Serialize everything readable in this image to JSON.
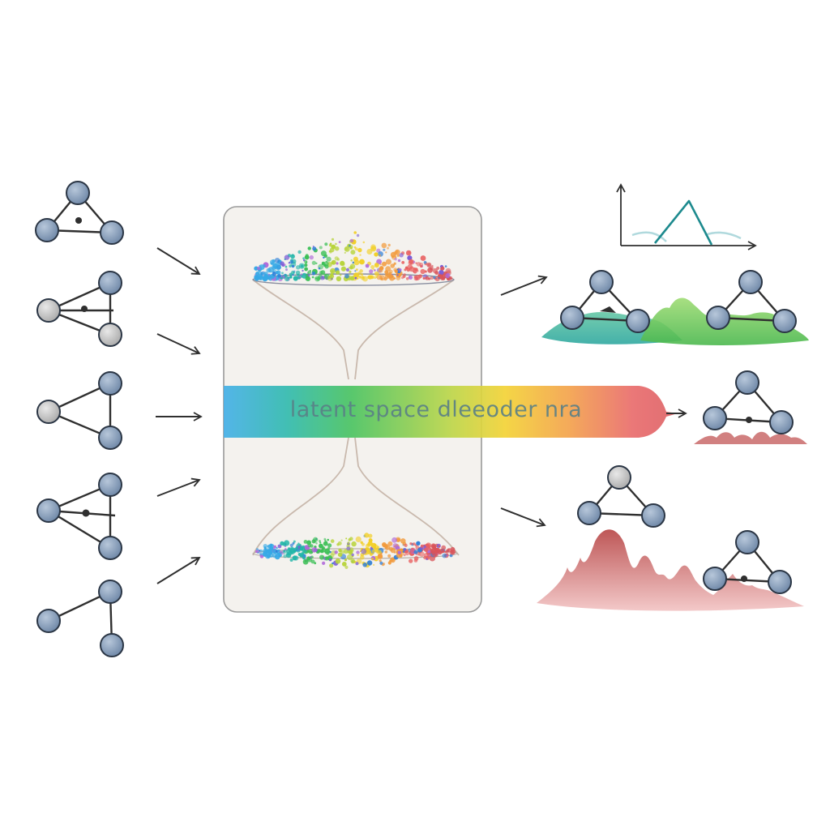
{
  "banner": {
    "text": "latent space dleeoder nra"
  },
  "colors": {
    "background": "#ffffff",
    "panel_fill": "#f4f2ee",
    "panel_stroke": "#9a9a9a",
    "node_blue": "#7d95b3",
    "node_gray": "#bdbdbd",
    "node_stroke": "#2b3645",
    "edge": "#2f2f2f",
    "arrow": "#2f2f2f",
    "gradient": [
      "#36a9e6",
      "#21b5a8",
      "#3bbf55",
      "#b7d33a",
      "#f2cf25",
      "#f29b3d",
      "#e86060",
      "#d9545a"
    ],
    "teal_terrain": [
      "#2fa8a0",
      "#65c7a5"
    ],
    "green_terrain": [
      "#4bb84e",
      "#9fdc74"
    ],
    "red_terrain": [
      "#b84848",
      "#e8a0a0"
    ],
    "chart_line": "#1d8a8e",
    "funnel": "#c9b9ad"
  },
  "input_graphs": [
    {
      "name": "input-graph-1",
      "node_colors": [
        "blue",
        "blue",
        "blue"
      ]
    },
    {
      "name": "input-graph-2",
      "node_colors": [
        "gray",
        "blue",
        "gray"
      ]
    },
    {
      "name": "input-graph-3",
      "node_colors": [
        "gray",
        "blue",
        "blue"
      ]
    },
    {
      "name": "input-graph-4",
      "node_colors": [
        "blue",
        "blue",
        "blue"
      ]
    },
    {
      "name": "input-graph-5",
      "node_colors": [
        "blue",
        "blue",
        "blue"
      ]
    }
  ],
  "output_graphs": [
    {
      "name": "output-graph-teal",
      "terrain": "teal"
    },
    {
      "name": "output-graph-green",
      "terrain": "green"
    },
    {
      "name": "output-graph-decoded",
      "terrain": "red-small"
    },
    {
      "name": "output-graph-floating",
      "terrain": "none"
    },
    {
      "name": "output-graph-red",
      "terrain": "red"
    }
  ],
  "mini_chart": {
    "shape": "single-peak",
    "axes": [
      "x",
      "y"
    ]
  }
}
